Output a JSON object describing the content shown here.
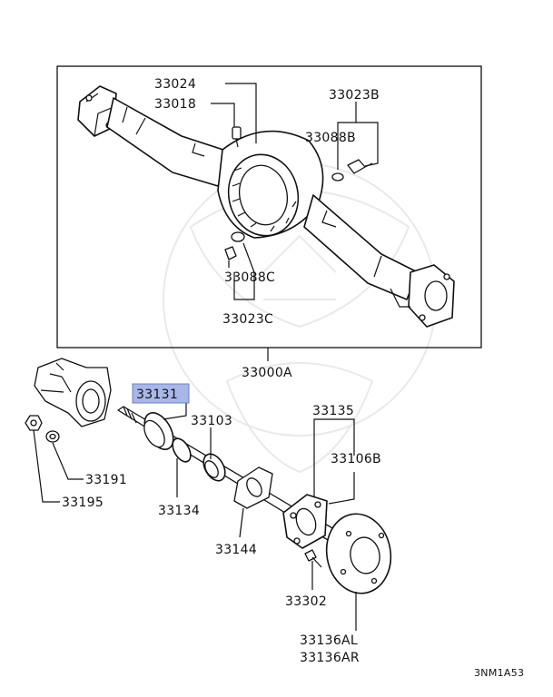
{
  "diagram_code": "3NM1A53",
  "highlight_color": "#a9b7e8",
  "labels": {
    "p33024": "33024",
    "p33018": "33018",
    "p33023B": "33023B",
    "p33088B": "33088B",
    "p33088C": "33088C",
    "p33023C": "33023C",
    "p33000A": "33000A",
    "p33131": "33131",
    "p33103": "33103",
    "p33135": "33135",
    "p33106B": "33106B",
    "p33191": "33191",
    "p33195": "33195",
    "p33134": "33134",
    "p33144": "33144",
    "p33302": "33302",
    "p33136AL": "33136AL",
    "p33136AR": "33136AR"
  }
}
